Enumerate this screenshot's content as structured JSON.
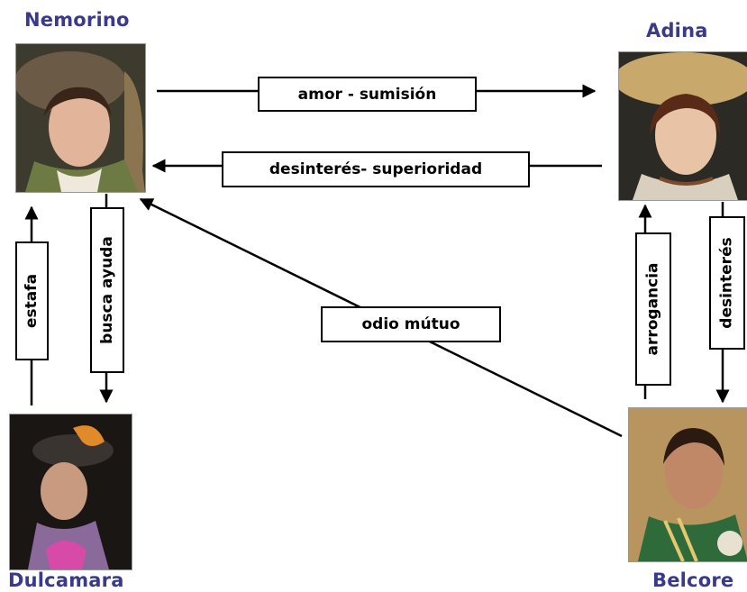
{
  "characters": {
    "nemorino": "Nemorino",
    "adina": "Adina",
    "dulcamara": "Dulcamara",
    "belcore": "Belcore"
  },
  "relations": {
    "nemorino_to_adina": "amor - sumisión",
    "adina_to_nemorino": "desinterés- superioridad",
    "dulcamara_to_nemorino": "estafa",
    "nemorino_to_dulcamara": "busca ayuda",
    "belcore_to_nemorino": "odio mútuo",
    "belcore_to_adina": "arrogancia",
    "adina_to_belcore": "desinterés"
  },
  "colors": {
    "name_text": "#3a3a8c",
    "arrow": "#000000"
  }
}
